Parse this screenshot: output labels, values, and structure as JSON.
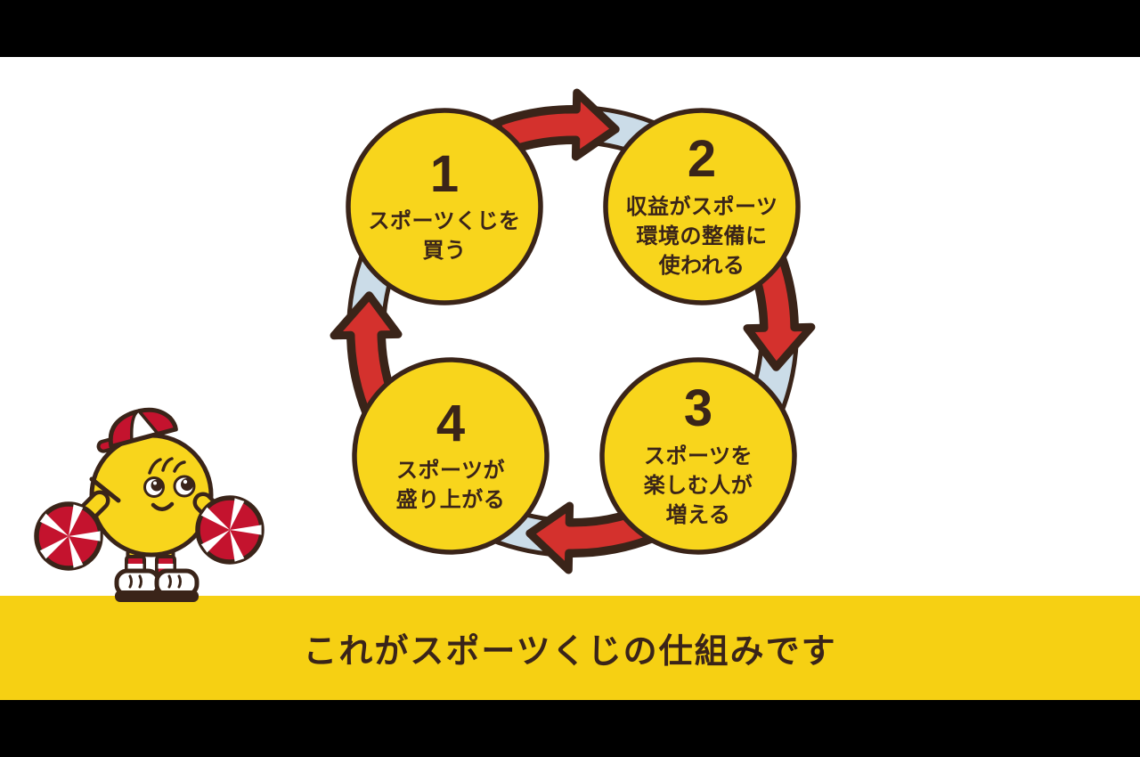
{
  "diagram": {
    "title_implicit": "スポーツくじの循環",
    "cycle_direction": "clockwise",
    "steps": [
      {
        "number": "1",
        "lines": [
          "スポーツくじを",
          "買う"
        ]
      },
      {
        "number": "2",
        "lines": [
          "収益がスポーツ",
          "環境の整備に",
          "使われる"
        ]
      },
      {
        "number": "3",
        "lines": [
          "スポーツを",
          "楽しむ人が",
          "増える"
        ]
      },
      {
        "number": "4",
        "lines": [
          "スポーツが",
          "盛り上がる"
        ]
      }
    ]
  },
  "banner": {
    "text": "これがスポーツくじの仕組みです"
  },
  "mascot": {
    "description": "yellow round cheerleader mascot with red cap and red pom-poms"
  },
  "colors": {
    "letterbox_black": "#000000",
    "panel_white": "#ffffff",
    "yellow": "#f6d013",
    "circle_yellow": "#f8d51c",
    "arrow_red": "#d4312d",
    "mascot_red": "#c4132e",
    "outline_brown": "#3a2419",
    "ring_blue": "#cbdce8"
  }
}
